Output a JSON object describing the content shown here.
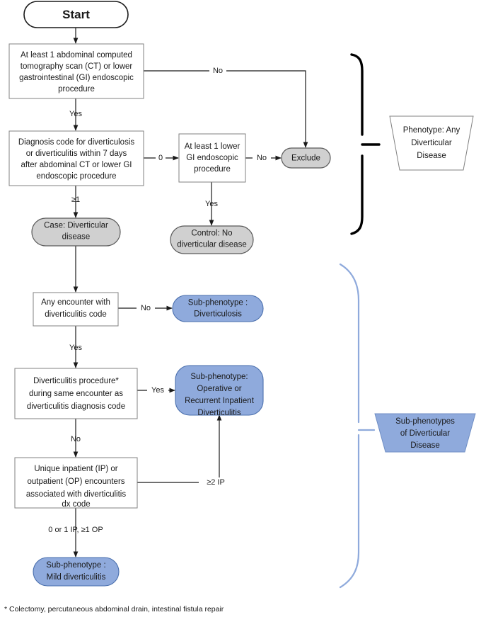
{
  "diagram": {
    "title_node": {
      "label": "Start"
    },
    "nodes": [
      {
        "id": "start",
        "name": "start-node",
        "shape": "rounded",
        "fill": "#ffffff",
        "lines": [
          "Start"
        ]
      },
      {
        "id": "ct-scan",
        "name": "decision-ct-or-lower-gi",
        "shape": "rect",
        "fill": "#ffffff",
        "lines": [
          "At least 1 abdominal computed",
          "tomography scan (CT) or lower",
          "gastrointestinal (GI) endoscopic",
          "procedure"
        ]
      },
      {
        "id": "dx-code",
        "name": "decision-diagnosis-code-7-days",
        "shape": "rect",
        "fill": "#ffffff",
        "lines": [
          "Diagnosis code for diverticulosis",
          "or diverticulitis within 7 days",
          "after abdominal CT or lower GI",
          "endoscopic procedure"
        ]
      },
      {
        "id": "lower-gi",
        "name": "decision-at-least-1-lower-gi",
        "shape": "rect",
        "fill": "#ffffff",
        "lines": [
          "At least 1 lower",
          "GI endoscopic",
          "procedure"
        ]
      },
      {
        "id": "exclude",
        "name": "terminal-exclude",
        "shape": "rounded",
        "fill": "#d0d0d0",
        "lines": [
          "Exclude"
        ]
      },
      {
        "id": "case",
        "name": "terminal-case-diverticular-disease",
        "shape": "rounded",
        "fill": "#d0d0d0",
        "lines": [
          "Case: Diverticular",
          "disease"
        ]
      },
      {
        "id": "control",
        "name": "terminal-control-no-diverticular-disease",
        "shape": "rounded",
        "fill": "#d0d0d0",
        "lines": [
          "Control: No",
          "diverticular disease"
        ]
      },
      {
        "id": "any-encounter",
        "name": "decision-any-encounter-diverticulitis-code",
        "shape": "rect",
        "fill": "#ffffff",
        "lines": [
          "Any encounter with",
          "diverticulitis code"
        ]
      },
      {
        "id": "diverticulosis",
        "name": "terminal-subphenotype-diverticulosis",
        "shape": "rounded",
        "fill": "#8faadc",
        "lines": [
          "Sub-phenotype :",
          "Diverticulosis"
        ]
      },
      {
        "id": "procedure",
        "name": "decision-diverticulitis-procedure",
        "shape": "rect",
        "fill": "#ffffff",
        "lines": [
          "Diverticulitis procedure*",
          "during same encounter as",
          "diverticulitis diagnosis code"
        ]
      },
      {
        "id": "operative",
        "name": "terminal-subphenotype-operative-recurrent",
        "shape": "rounded",
        "fill": "#8faadc",
        "lines": [
          "Sub-phenotype:",
          "Operative or",
          "Recurrent Inpatient",
          "Diverticulitis"
        ]
      },
      {
        "id": "encounters",
        "name": "decision-unique-ip-op-encounters",
        "shape": "rect",
        "fill": "#ffffff",
        "lines": [
          "Unique inpatient (IP) or",
          "outpatient (OP) encounters",
          "associated with diverticulitis",
          "dx code"
        ]
      },
      {
        "id": "mild",
        "name": "terminal-subphenotype-mild-diverticulitis",
        "shape": "rounded",
        "fill": "#8faadc",
        "lines": [
          "Sub-phenotype :",
          "Mild diverticulitis"
        ]
      }
    ],
    "edge_labels": [
      {
        "id": "no-ct",
        "text": "No"
      },
      {
        "id": "yes-ct",
        "text": "Yes"
      },
      {
        "id": "zero-dx",
        "text": "0"
      },
      {
        "id": "no-lowergi",
        "text": "No"
      },
      {
        "id": "ge1-dx",
        "text": "≥1"
      },
      {
        "id": "yes-lowergi",
        "text": "Yes"
      },
      {
        "id": "no-encounter",
        "text": "No"
      },
      {
        "id": "yes-encounter",
        "text": "Yes"
      },
      {
        "id": "yes-procedure",
        "text": "Yes"
      },
      {
        "id": "no-procedure",
        "text": "No"
      },
      {
        "id": "ge2-ip",
        "text": "≥2 IP"
      },
      {
        "id": "ip-op-split",
        "text": "0 or 1 IP, ≥1 OP"
      }
    ],
    "callouts": [
      {
        "id": "phenotype-any",
        "name": "callout-phenotype-any-diverticular-disease",
        "style": "white",
        "lines": [
          "Phenotype: Any",
          "Diverticular",
          "Disease"
        ]
      },
      {
        "id": "subphenotypes",
        "name": "callout-sub-phenotypes-of-diverticular-disease",
        "style": "blue",
        "lines": [
          "Sub-phenotypes",
          "of Diverticular",
          "Disease"
        ]
      }
    ],
    "footnote": "* Colectomy, percutaneous abdominal drain, intestinal fistula repair",
    "colors": {
      "blue_fill": "#8faadc",
      "blue_stroke": "#4a6fad",
      "gray_fill": "#d0d0d0",
      "gray_stroke": "#595959",
      "box_stroke": "#808080",
      "line": "#1a1a1a"
    }
  }
}
